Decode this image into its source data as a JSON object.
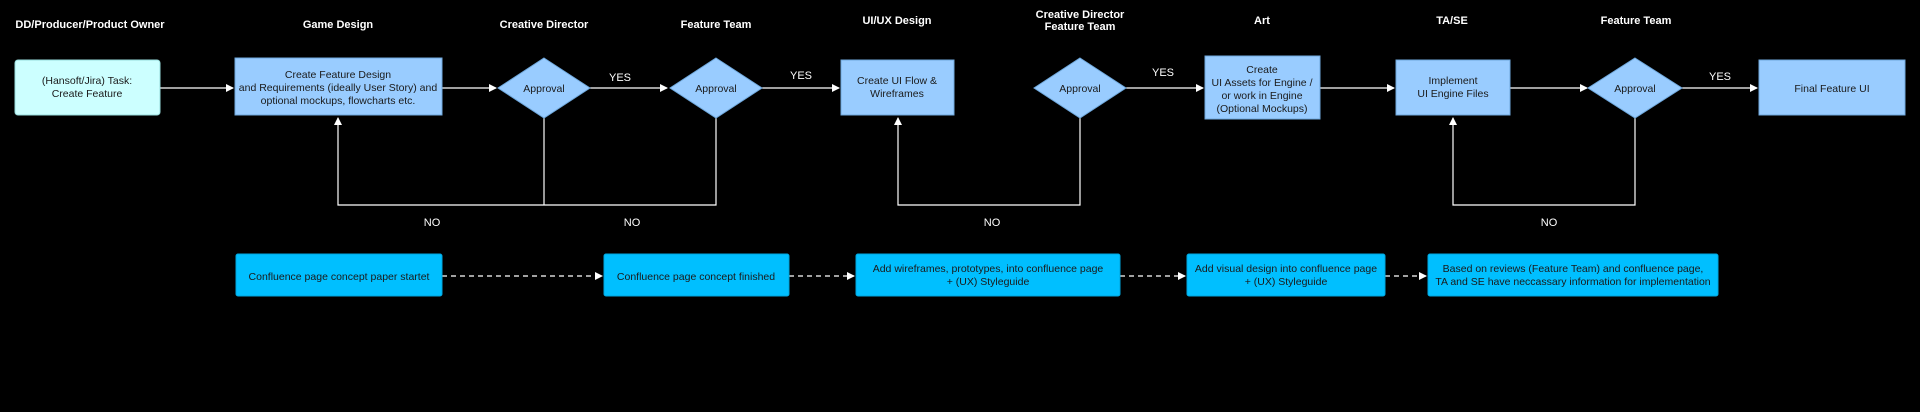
{
  "lanes": [
    "DD/Producer/Product Owner",
    "Game Design",
    "Creative Director",
    "Feature Team",
    "UI/UX Design",
    "Creative Director",
    "Feature Team",
    "Art",
    "TA/SE",
    "Feature Team"
  ],
  "nodes": {
    "task": [
      "(Hansoft/Jira) Task:",
      "Create Feature"
    ],
    "design": [
      "Create Feature Design",
      "and Requirements (ideally User Story) and",
      "optional mockups, flowcharts etc."
    ],
    "approval_cd": "Approval",
    "approval_ft": "Approval",
    "uiflow": [
      "Create UI Flow &",
      "Wireframes"
    ],
    "approval_cd2": "Approval",
    "art": [
      "Create",
      "UI Assets for Engine /",
      "or work in Engine",
      "(Optional Mockups)"
    ],
    "implement": [
      "Implement",
      "UI Engine Files"
    ],
    "approval_ft2": "Approval",
    "final": "Final Feature UI"
  },
  "edge_labels": {
    "yes": "YES",
    "no": "NO"
  },
  "confluence": [
    "Confluence page concept paper startet",
    "Confluence page concept finished",
    [
      "Add wireframes, prototypes, into confluence page",
      "+ (UX) Styleguide"
    ],
    [
      "Add visual design into confluence page",
      "+ (UX) Styleguide"
    ],
    [
      "Based on reviews (Feature Team) and confluence page,",
      "TA and SE have neccassary information for implementation"
    ]
  ]
}
